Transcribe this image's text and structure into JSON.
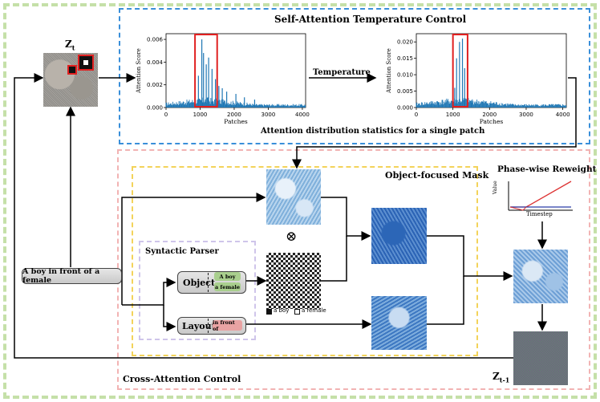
{
  "sa_title": "Self-Attention Temperature Control",
  "sa_caption": "Attention distribution statistics for a single patch",
  "temperature_label": "Temperature",
  "zt_label": "Z",
  "zt_sub": "t",
  "zt1_label": "Z",
  "zt1_sub": "t-1",
  "om_title": "Object-focused Mask",
  "pw_title": "Phase-wise Reweight",
  "pw_xlabel": "Timestep",
  "pw_ylabel": "Value",
  "sp_title": "Syntactic Parser",
  "prompt_text": "A boy in front of a female",
  "object_label": "Object",
  "layout_label": "Layout",
  "tag_boy": "A boy",
  "tag_female": "a female",
  "tag_front": "in front of",
  "legend_boy": "a boy",
  "legend_female": "a female",
  "otimes": "⊗",
  "ca_title": "Cross-Attention Control",
  "chart_data": [
    {
      "type": "bar",
      "xlabel": "Patches",
      "ylabel": "Attention Score",
      "ylim": [
        0,
        0.0065
      ],
      "xlim": [
        0,
        4096
      ],
      "y_ticks": [
        "0.000",
        "0.002",
        "0.004",
        "0.006"
      ],
      "x_ticks": [
        "0",
        "1000",
        "2000",
        "3000",
        "4000"
      ],
      "highlight": [
        850,
        1500
      ],
      "peaks": [
        [
          1050,
          0.006
        ],
        [
          1100,
          0.0048
        ],
        [
          1250,
          0.0044
        ],
        [
          1180,
          0.0038
        ],
        [
          1350,
          0.0034
        ],
        [
          950,
          0.0028
        ],
        [
          1450,
          0.0025
        ],
        [
          1550,
          0.0019
        ],
        [
          1650,
          0.0017
        ],
        [
          1780,
          0.0014
        ],
        [
          2050,
          0.0012
        ],
        [
          2300,
          0.0009
        ],
        [
          2600,
          0.0007
        ]
      ],
      "color": "#1f77b4"
    },
    {
      "type": "bar",
      "xlabel": "Patches",
      "ylabel": "Attention Score",
      "ylim": [
        0,
        0.0225
      ],
      "xlim": [
        0,
        4096
      ],
      "y_ticks": [
        "0.000",
        "0.005",
        "0.010",
        "0.015",
        "0.020"
      ],
      "x_ticks": [
        "0",
        "1000",
        "2000",
        "3000",
        "4000"
      ],
      "highlight": [
        1000,
        1400
      ],
      "peaks": [
        [
          1100,
          0.015
        ],
        [
          1180,
          0.02
        ],
        [
          1260,
          0.021
        ],
        [
          1320,
          0.012
        ],
        [
          1050,
          0.006
        ],
        [
          1400,
          0.005
        ],
        [
          1500,
          0.002
        ]
      ],
      "color": "#1f77b4"
    }
  ]
}
